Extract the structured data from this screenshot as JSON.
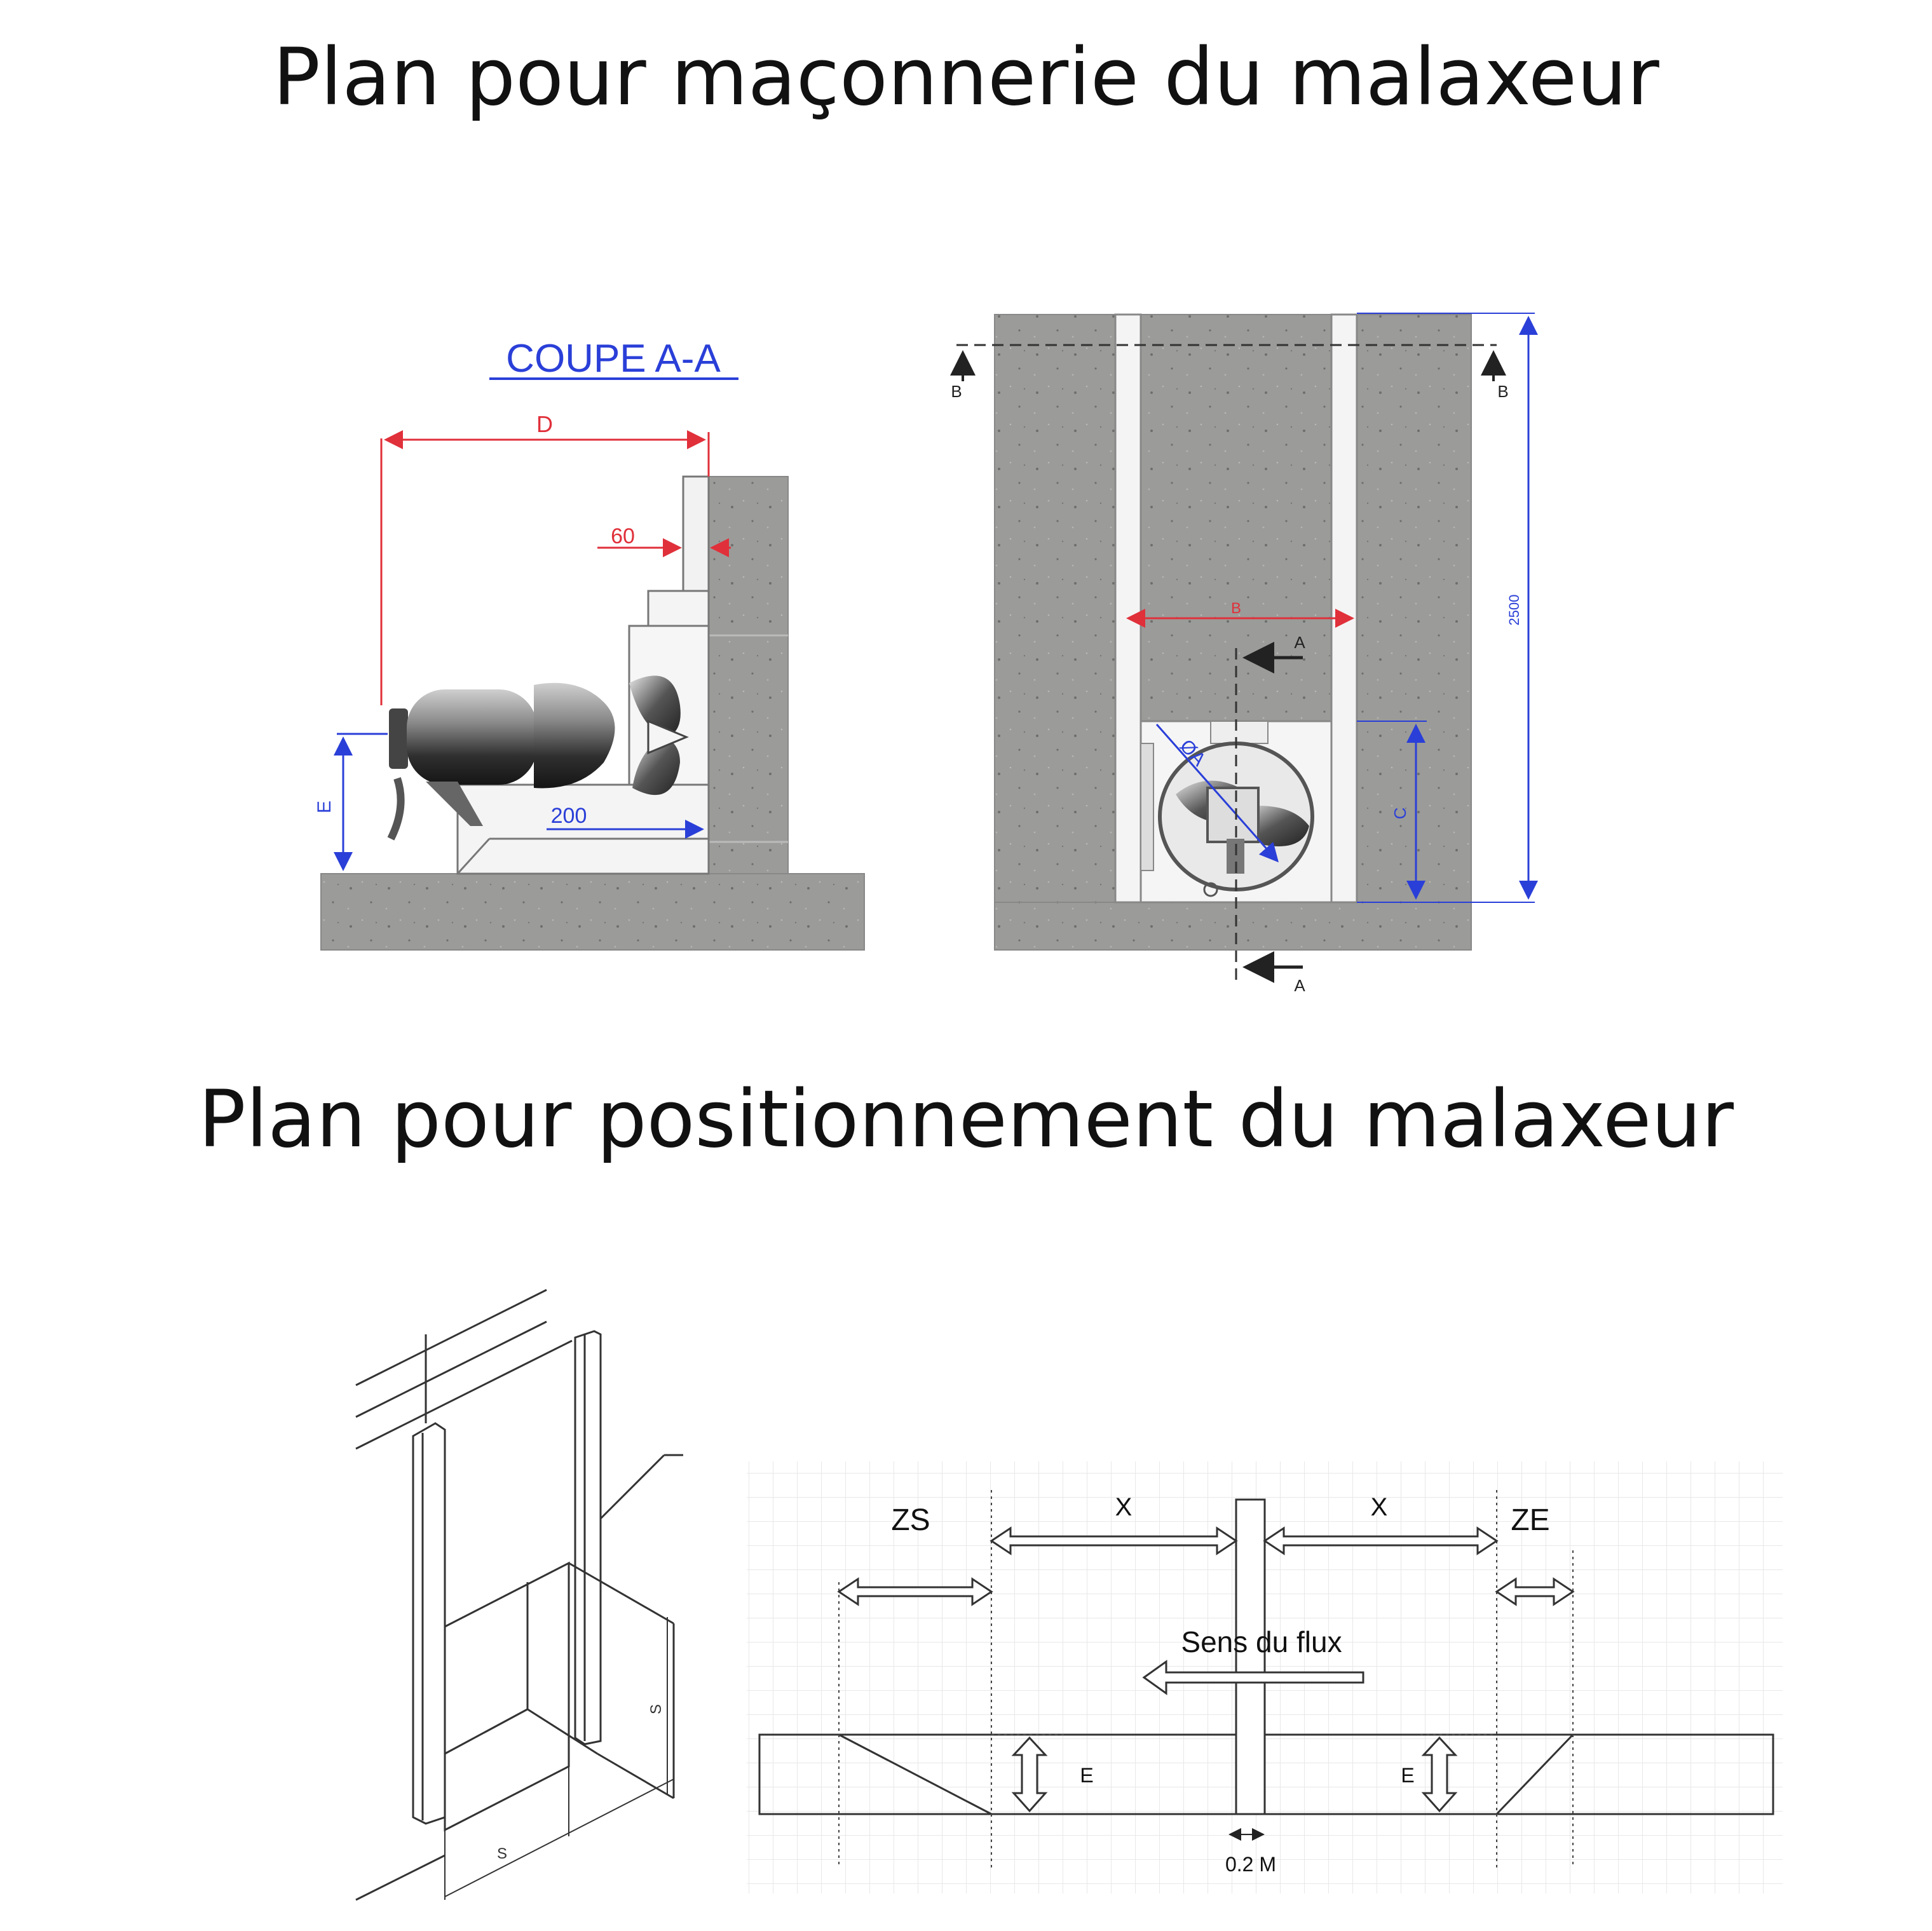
{
  "titles": {
    "masonry": "Plan pour maçonnerie du malaxeur",
    "positioning": "Plan pour positionnement du malaxeur"
  },
  "section_view": {
    "heading": "COUPE A-A",
    "dim_d": "D",
    "dim_60": "60",
    "dim_200": "200",
    "dim_e": "E"
  },
  "front_view": {
    "mark_b_left": "B",
    "mark_b_right": "B",
    "mark_a_top": "A",
    "mark_a_bottom": "A",
    "dim_b": "B",
    "dim_2500": "2500",
    "dim_c": "C",
    "dim_phi_a": "ØA"
  },
  "iso_view": {
    "dim_s_vertical": "S",
    "dim_s_horizontal": "S"
  },
  "positioning": {
    "zone_zs": "ZS",
    "zone_ze": "ZE",
    "dist_x_left": "X",
    "dist_x_right": "X",
    "flow_label": "Sens du flux",
    "height_left": "E",
    "height_right": "E",
    "width_label": "0.2 M"
  },
  "colors": {
    "concrete": "#9a9a98",
    "concrete_dark": "#8a8a88",
    "dim_red": "#e0303a",
    "dim_blue": "#2a3fd8",
    "line": "#333333"
  }
}
